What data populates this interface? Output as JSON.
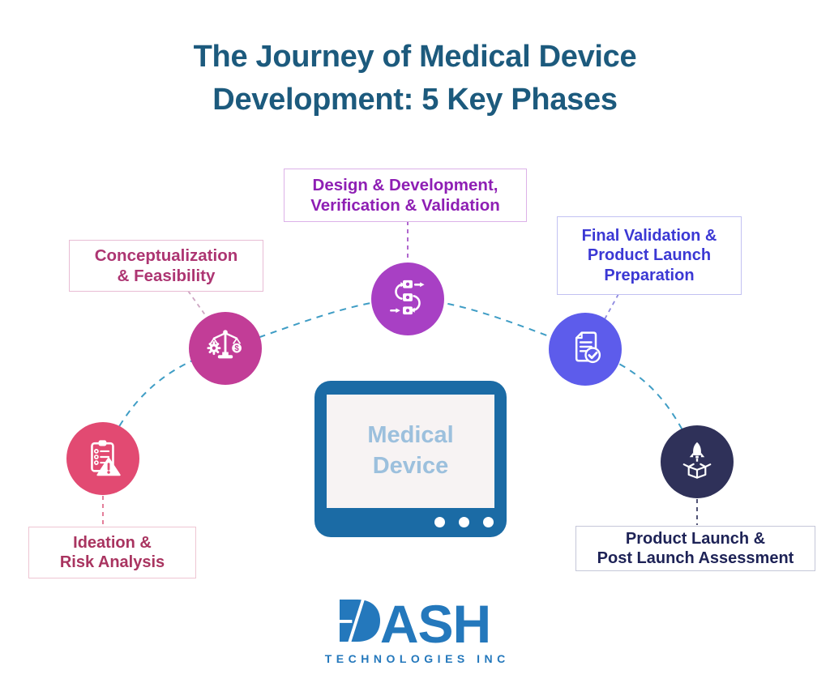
{
  "title": "The Journey of Medical Device\nDevelopment: 5 Key Phases",
  "title_color": "#1c5a7d",
  "phases": [
    {
      "id": "ideation-risk-analysis",
      "label": "Ideation &\nRisk Analysis",
      "icon": "clipboard-risk-warning-icon",
      "circle_color": "#e24a72",
      "text_color": "#a93460"
    },
    {
      "id": "conceptualization-feasibility",
      "label": "Conceptualization\n& Feasibility",
      "icon": "balance-scale-gear-dollar-icon",
      "circle_color": "#c23d97",
      "text_color": "#ad3572"
    },
    {
      "id": "design-development-verification-validation",
      "label": "Design & Development,\nVerification & Validation",
      "icon": "process-workflow-icon",
      "circle_color": "#a840c4",
      "text_color": "#8e1fb4"
    },
    {
      "id": "final-validation-product-launch-preparation",
      "label": "Final Validation &\nProduct Launch\nPreparation",
      "icon": "document-check-icon",
      "circle_color": "#5d5ceb",
      "text_color": "#3b38d4"
    },
    {
      "id": "product-launch-post-launch-assessment",
      "label": "Product Launch &\nPost Launch Assessment",
      "icon": "rocket-launch-box-icon",
      "circle_color": "#2f3159",
      "text_color": "#1d2256"
    }
  ],
  "center_device": {
    "label": "Medical\nDevice",
    "bezel_color": "#1b6ba5",
    "screen_color": "#f7f3f3",
    "label_color": "#9cc0dd"
  },
  "connector": {
    "arc_color": "#3f9dc5"
  },
  "logo": {
    "wordmark": "DASH",
    "wordmark_rest": "ASH",
    "tagline": "TECHNOLOGIES INC",
    "color": "#2478bc"
  }
}
